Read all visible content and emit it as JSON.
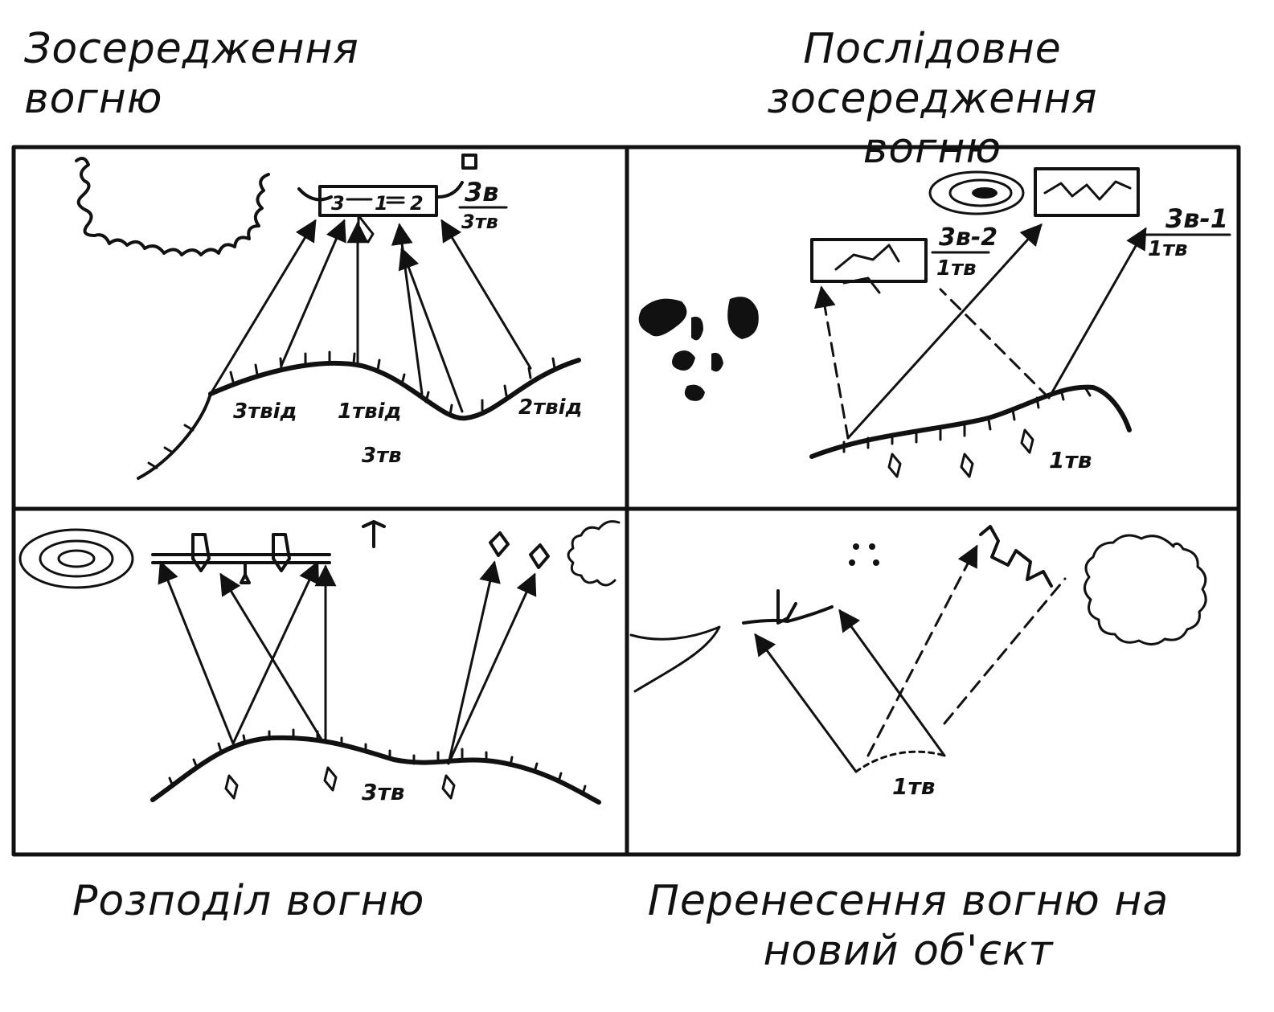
{
  "captions": {
    "top_left": "Зосередження вогню",
    "top_right_line1": "Послідовне зосередження",
    "top_right_line2": "вогню",
    "bottom_left": "Розподіл вогню",
    "bottom_right_line1": "Перенесення вогню на",
    "bottom_right_line2": "новий об'єкт"
  },
  "panel_tl": {
    "target_cells": [
      "3",
      "1",
      "2"
    ],
    "unit_top": "3в",
    "unit_bottom": "3тв",
    "pos_left": "3твід",
    "pos_mid": "1твід",
    "pos_right": "2твід",
    "platoon": "3тв"
  },
  "panel_tr": {
    "unit2_top": "3в-2",
    "unit2_bottom": "1тв",
    "unit1_top": "3в-1",
    "unit1_bottom": "1тв",
    "platoon": "1тв"
  },
  "panel_bl": {
    "platoon": "3тв"
  },
  "panel_br": {
    "platoon": "1тв"
  },
  "colors": {
    "ink": "#111111",
    "paper": "#ffffff"
  }
}
